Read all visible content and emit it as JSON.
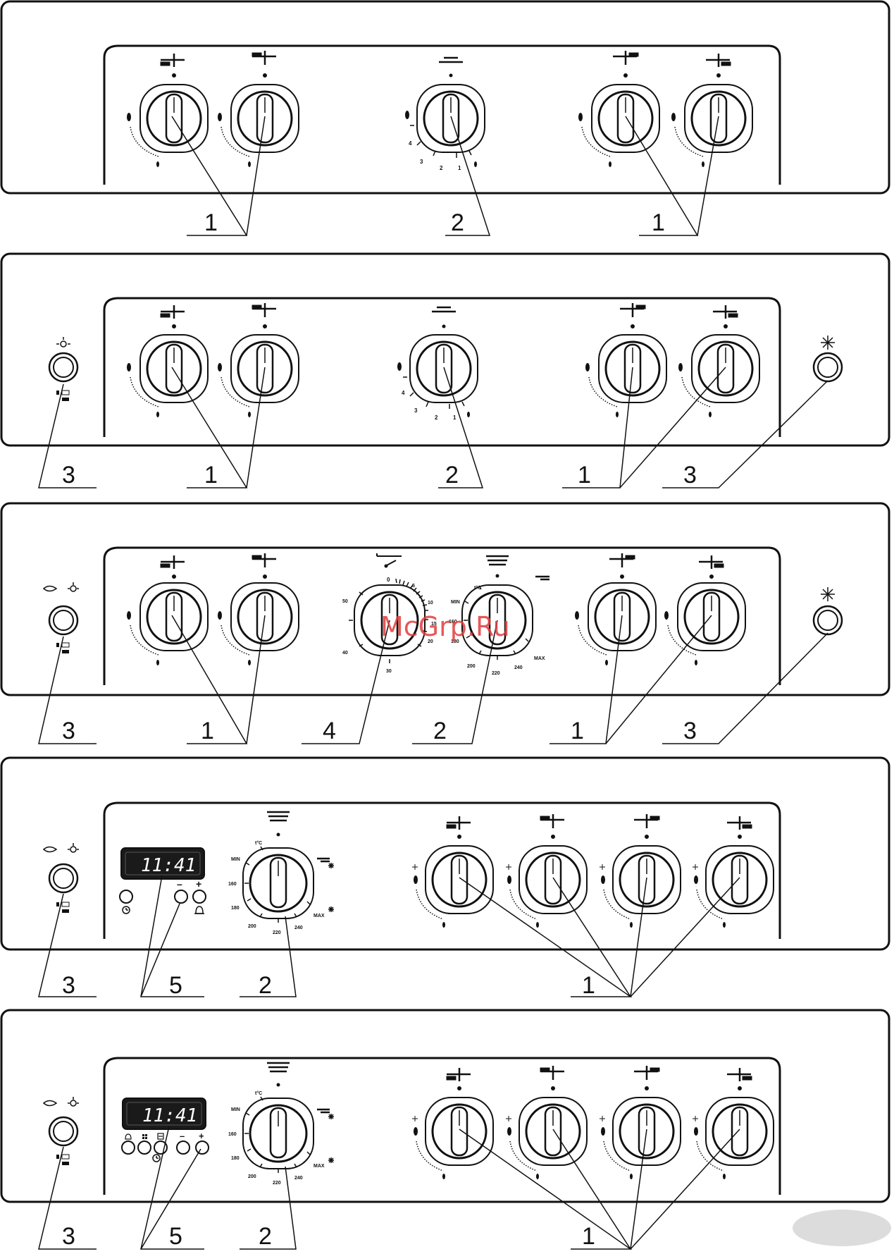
{
  "panels": [
    {
      "id": "panel-1",
      "callouts": [
        {
          "text": "1"
        },
        {
          "text": "2"
        },
        {
          "text": "1"
        }
      ],
      "oven_knob_labels": [
        "4",
        "3",
        "2",
        "1"
      ]
    },
    {
      "id": "panel-2",
      "callouts": [
        {
          "text": "3"
        },
        {
          "text": "1"
        },
        {
          "text": "2"
        },
        {
          "text": "1"
        },
        {
          "text": "3"
        }
      ],
      "oven_knob_labels": [
        "4",
        "3",
        "2",
        "1"
      ]
    },
    {
      "id": "panel-3",
      "callouts": [
        {
          "text": "3"
        },
        {
          "text": "1"
        },
        {
          "text": "4"
        },
        {
          "text": "2"
        },
        {
          "text": "1"
        },
        {
          "text": "3"
        }
      ],
      "timer_labels": [
        "0",
        "5",
        "10",
        "15",
        "20",
        "30",
        "40",
        "50"
      ],
      "thermostat_labels": [
        "t°C",
        "MIN",
        "160",
        "180",
        "200",
        "220",
        "240",
        "MAX"
      ]
    },
    {
      "id": "panel-4",
      "callouts": [
        {
          "text": "3"
        },
        {
          "text": "5"
        },
        {
          "text": "2"
        },
        {
          "text": "1"
        }
      ],
      "display_time": "11:41",
      "thermostat_labels": [
        "t°C",
        "MIN",
        "160",
        "180",
        "200",
        "220",
        "240",
        "MAX"
      ],
      "button_labels": [
        "–",
        "+"
      ]
    },
    {
      "id": "panel-5",
      "callouts": [
        {
          "text": "3"
        },
        {
          "text": "5"
        },
        {
          "text": "2"
        },
        {
          "text": "1"
        }
      ],
      "display_time": "11:41",
      "thermostat_labels": [
        "t°C",
        "MIN",
        "160",
        "180",
        "200",
        "220",
        "240",
        "MAX"
      ],
      "button_labels": [
        "–",
        "+"
      ]
    }
  ],
  "watermark": "McGrp.Ru",
  "colors": {
    "line": "#111111",
    "display": "#1a1a1a",
    "watermark": "#e23b3b",
    "tab": "#dcdcdc"
  }
}
